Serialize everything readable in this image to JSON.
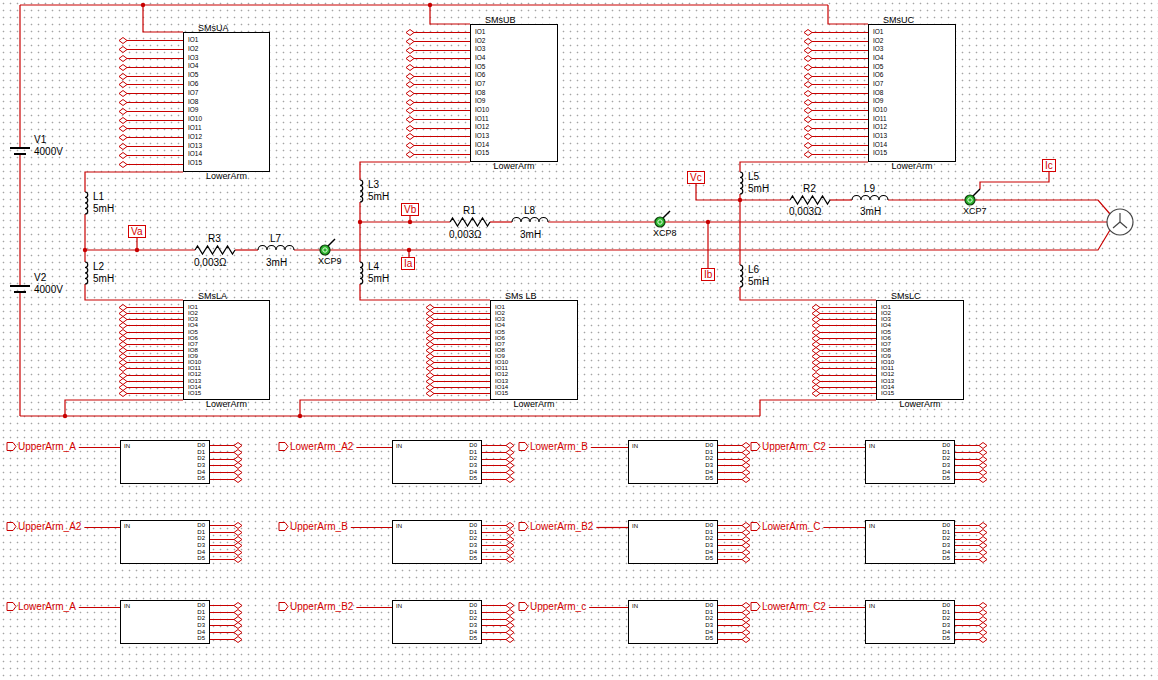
{
  "diagram": {
    "nodes": [
      {
        "text": [
          "SMsUA",
          "IO1",
          "IO2",
          "IO3",
          "IO4",
          "IO5",
          "IO6",
          "IO7",
          "IO8",
          "IO9",
          "IO10",
          "IO11",
          "IO12",
          "IO13",
          "IO14",
          "IO15",
          "LowerArm"
        ]
      },
      {
        "text": [
          "SMsUB",
          "IO1",
          "IO2",
          "IO3",
          "IO4",
          "IO5",
          "IO6",
          "IO7",
          "IO8",
          "IO9",
          "IO10",
          "IO11",
          "IO12",
          "IO13",
          "IO14",
          "IO15",
          "LowerArm"
        ]
      },
      {
        "text": [
          "SMsUC",
          "IO1",
          "IO2",
          "IO3",
          "IO4",
          "IO5",
          "IO6",
          "IO7",
          "IO8",
          "IO9",
          "IO10",
          "IO11",
          "IO12",
          "IO13",
          "IO14",
          "IO15",
          "LowerArm"
        ]
      },
      {
        "text": [
          "SMsLA",
          "IO1",
          "IO2",
          "IO3",
          "IO4",
          "IO5",
          "IO6",
          "IO7",
          "IO8",
          "IO9",
          "IO10",
          "IO11",
          "IO12",
          "IO13",
          "IO14",
          "IO15",
          "LowerArm"
        ]
      },
      {
        "text": [
          "SMs LB",
          "IO1",
          "IO2",
          "IO3",
          "IO4",
          "IO5",
          "IO6",
          "IO7",
          "IO8",
          "IO9",
          "IO10",
          "IO11",
          "IO12",
          "IO13",
          "IO14",
          "IO15",
          "LowerArm"
        ]
      },
      {
        "text": [
          "SMsLC",
          "IO1",
          "IO2",
          "IO3",
          "IO4",
          "IO5",
          "IO6",
          "IO7",
          "IO8",
          "IO9",
          "IO10",
          "IO11",
          "IO12",
          "IO13",
          "IO14",
          "IO15",
          "LowerArm"
        ]
      },
      {
        "text": [
          "IN",
          "D0",
          "D1",
          "D2",
          "D3",
          "D4",
          "D5"
        ]
      },
      {
        "text": [
          "IN",
          "D0",
          "D1",
          "D2",
          "D3",
          "D4",
          "D5"
        ]
      },
      {
        "text": [
          "IN",
          "D0",
          "D1",
          "D2",
          "D3",
          "D4",
          "D5"
        ]
      },
      {
        "text": [
          "IN",
          "D0",
          "D1",
          "D2",
          "D3",
          "D4",
          "D5"
        ]
      },
      {
        "text": [
          "IN",
          "D0",
          "D1",
          "D2",
          "D3",
          "D4",
          "D5"
        ]
      },
      {
        "text": [
          "IN",
          "D0",
          "D1",
          "D2",
          "D3",
          "D4",
          "D5"
        ]
      },
      {
        "text": [
          "IN",
          "D0",
          "D1",
          "D2",
          "D3",
          "D4",
          "D5"
        ]
      },
      {
        "text": [
          "IN",
          "D0",
          "D1",
          "D2",
          "D3",
          "D4",
          "D5"
        ]
      },
      {
        "text": [
          "IN",
          "D0",
          "D1",
          "D2",
          "D3",
          "D4",
          "D5"
        ]
      },
      {
        "text": [
          "IN",
          "D0",
          "D1",
          "D2",
          "D3",
          "D4",
          "D5"
        ]
      },
      {
        "text": [
          "IN",
          "D0",
          "D1",
          "D2",
          "D3",
          "D4",
          "D5"
        ]
      },
      {
        "text": [
          "IN",
          "D0",
          "D1",
          "D2",
          "D3",
          "D4",
          "D5"
        ]
      }
    ],
    "labels": [
      "V1",
      "4000V",
      "V2",
      "4000V",
      "L1",
      "5mH",
      "L2",
      "5mH",
      "L3",
      "5mH",
      "L4",
      "5mH",
      "L5",
      "5mH",
      "L6",
      "5mH",
      "R3",
      "0,003Ω",
      "L7",
      "3mH",
      "R1",
      "0,003Ω",
      "L8",
      "3mH",
      "R2",
      "0,003Ω",
      "L9",
      "3mH",
      "XCP9",
      "XCP8",
      "XCP7",
      "Va",
      "Vb",
      "Vc",
      "Ia",
      "Ib",
      "Ic",
      "UpperArm_A",
      "LowerArm_A2",
      "LowerArm_B",
      "UpperArm_C2",
      "UpperArm_A2",
      "UpperArm_B",
      "LowerArm_B2",
      "LowerArm_C",
      "LowerArm_A",
      "UpperArm_B2",
      "UpperArm_c",
      "LowerArm_C2"
    ]
  }
}
